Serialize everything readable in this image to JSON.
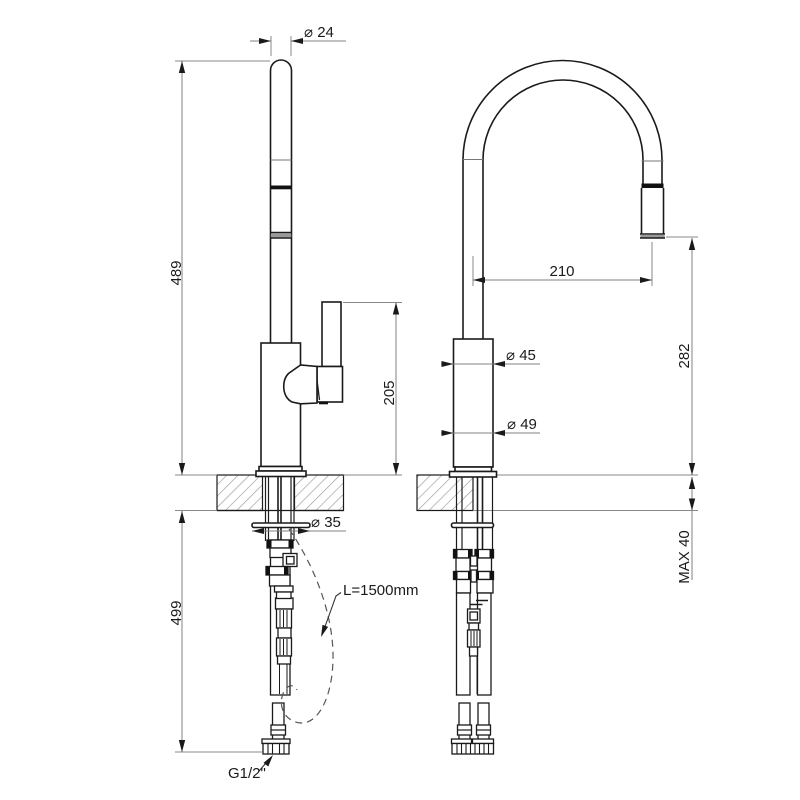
{
  "drawing": {
    "kind": "faucet-installation-technical-drawing",
    "views": {
      "left": "side-view",
      "right": "front-view"
    },
    "colors": {
      "background": "#ffffff",
      "outline": "#1a1a1a",
      "dimension_lines": "#808080",
      "hatch": "#9a9a9a",
      "dark_band": "#111111",
      "gray_band": "#999999"
    },
    "dimensions": {
      "spout_diameter": "⌀ 24",
      "height_above_deck": "489",
      "handle_height": "205",
      "spout_reach": "210",
      "body_diameter": "⌀ 45",
      "base_diameter": "⌀ 49",
      "outlet_height": "282",
      "max_deck_thickness": "MAX 40",
      "base_hole_diameter": "⌀ 35",
      "below_deck_length": "499",
      "hose_length": "L=1500mm",
      "connection_thread": "G1/2\""
    }
  }
}
